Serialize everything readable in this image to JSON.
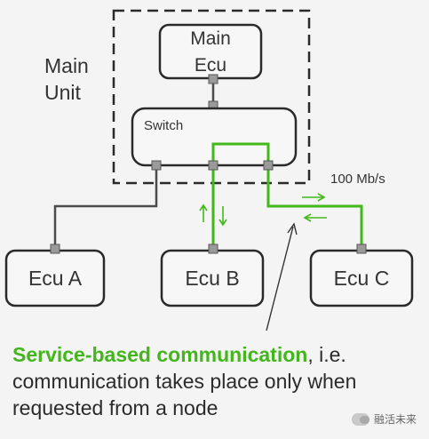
{
  "diagram": {
    "main_unit_label_line1": "Main",
    "main_unit_label_line2": "Unit",
    "main_ecu_line1": "Main",
    "main_ecu_line2": "Ecu",
    "switch_label": "Switch",
    "bandwidth_label": "100 Mb/s",
    "ecu_a_label": "Ecu A",
    "ecu_b_label": "Ecu B",
    "ecu_c_label": "Ecu C",
    "colors": {
      "line_gray": "#4a4a4a",
      "line_green": "#42b81a",
      "box_border": "#2a2a2a",
      "box_fill": "#f7f7f7",
      "port_fill": "#9a9a9a"
    }
  },
  "caption": {
    "highlight": "Service-based communication",
    "text_after": ", i.e. communication takes place only when requested from a node"
  },
  "watermark": {
    "text": "融活未来"
  }
}
